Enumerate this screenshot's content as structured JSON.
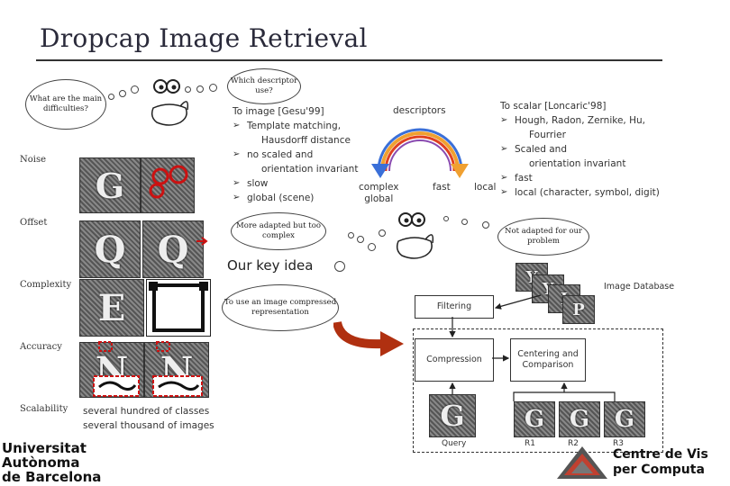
{
  "title": "Dropcap Image Retrieval",
  "left_bubble": "What are the main difficulties?",
  "labels": {
    "noise": "Noise",
    "offset": "Offset",
    "complexity": "Complexity",
    "accuracy": "Accuracy",
    "scalability": "Scalability"
  },
  "scalability_text": [
    "several hundred of classes",
    "several thousand of images"
  ],
  "top_bubble": "Which descriptor use?",
  "image_list": {
    "heading": "To image [Gesu'99]",
    "items": [
      {
        "text": "Template matching,",
        "cont": "Hausdorff distance"
      },
      {
        "text": "no scaled and",
        "cont": "orientation invariant"
      },
      {
        "text": "slow",
        "cont": ""
      },
      {
        "text": "global (scene)",
        "cont": ""
      }
    ]
  },
  "scalar_list": {
    "heading": "To scalar [Loncaric'98]",
    "items": [
      {
        "text": "Hough, Radon, Zernike, Hu,",
        "cont": "Fourrier"
      },
      {
        "text": "Scaled and",
        "cont": "orientation invariant"
      },
      {
        "text": "fast",
        "cont": ""
      },
      {
        "text": "local (character, symbol, digit)",
        "cont": ""
      }
    ]
  },
  "arc": {
    "label": "descriptors",
    "left1": "complex",
    "left2": "global",
    "right1": "fast",
    "right2": "local"
  },
  "adapted_bubble": "More adapted but too complex",
  "not_adapted_bubble": "Not adapted for our problem",
  "key_idea": "Our key idea",
  "compress_bubble": "To use an image compressed representation",
  "pipeline": {
    "image_database": "Image Database",
    "filtering": "Filtering",
    "compression": "Compression",
    "centering": "Centering and Comparison",
    "query": "Query",
    "results": [
      "R1",
      "R2",
      "R3"
    ]
  },
  "logos": {
    "uab": [
      "Universitat",
      "Autònoma",
      "de Barcelona"
    ],
    "cvc": [
      "Centre de Vis",
      "per Computa"
    ]
  },
  "colors": {
    "red": "#cc1111",
    "arc_orange": "#f0a030",
    "arc_blue": "#3a6fd8",
    "arrow": "#b03010"
  }
}
